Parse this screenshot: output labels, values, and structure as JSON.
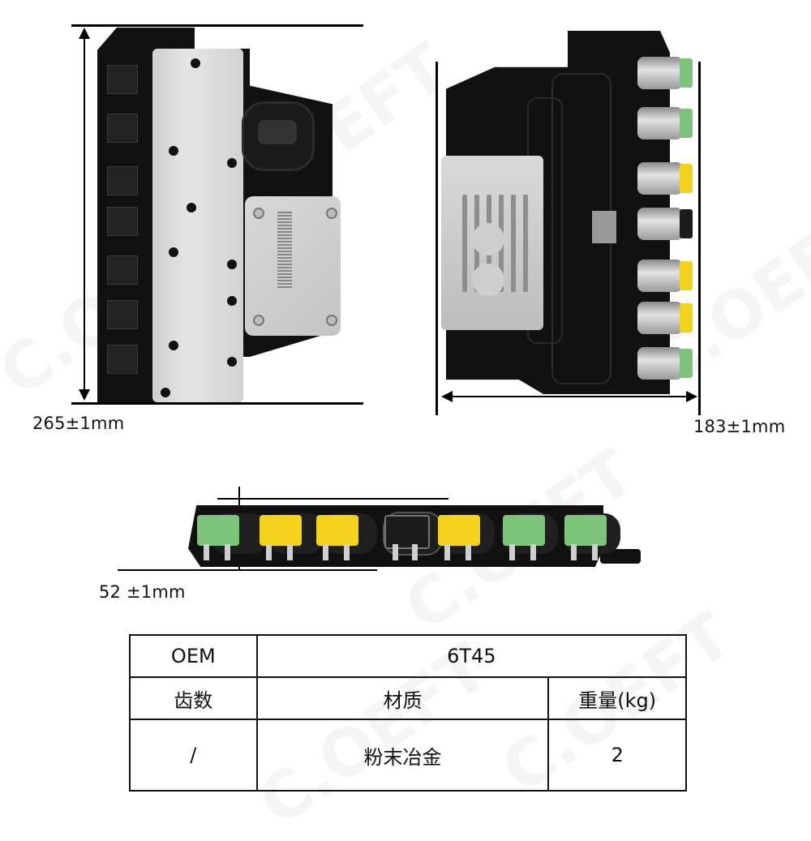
{
  "dimensions": {
    "height": "265±1mm",
    "width": "183±1mm",
    "depth": "52 ±1mm"
  },
  "product_views": [
    {
      "view": "front",
      "description": "valve body front with aluminum plate and TCM module"
    },
    {
      "view": "back",
      "description": "valve body back with 7 solenoids"
    },
    {
      "view": "side",
      "description": "side view showing solenoid connectors"
    }
  ],
  "solenoid_colors": {
    "green": "#7cc47a",
    "yellow": "#f2d21a",
    "black": "#1c1c1c"
  },
  "back_view_solenoids": [
    "green",
    "green",
    "yellow",
    "black",
    "yellow",
    "yellow",
    "green"
  ],
  "side_view_connectors": [
    "green",
    "yellow",
    "yellow",
    "black",
    "yellow",
    "green",
    "green"
  ],
  "spec_table": {
    "oem_label": "OEM",
    "oem_value": "6T45",
    "headers": [
      "齿数",
      "材质",
      "重量(kg)"
    ],
    "values": [
      "/",
      "粉末冶金",
      "2"
    ]
  },
  "watermark": "C.OEFT"
}
